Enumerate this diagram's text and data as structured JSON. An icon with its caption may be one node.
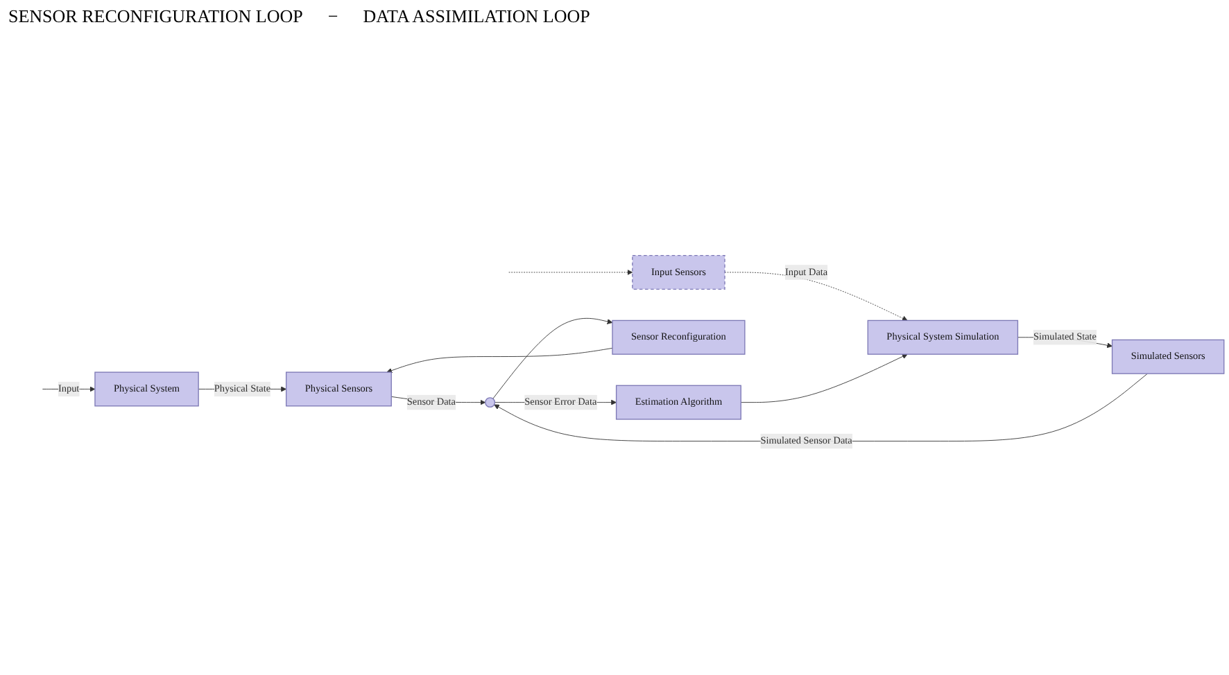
{
  "diagram": {
    "nodes": [
      {
        "text": [
          "Physical System"
        ]
      },
      {
        "text": [
          "Physical Sensors"
        ]
      },
      {
        "text": [
          "Input Sensors"
        ]
      },
      {
        "text": [
          "Sensor Reconfiguration"
        ]
      },
      {
        "text": [
          "Physical System Simulation"
        ]
      },
      {
        "text": [
          "Simulated Sensors"
        ]
      },
      {
        "text": [],
        "shape": "circle"
      },
      {
        "text": [
          "Estimation Algorithm"
        ]
      }
    ],
    "edges": [
      {
        "from": null,
        "to": 0,
        "arrow": "to",
        "label": "Input"
      },
      {
        "from": null,
        "to": 2,
        "arrow": "to",
        "style": "dashed"
      },
      {
        "from": 0,
        "to": 1,
        "arrow": "to",
        "label": "Physical State"
      },
      {
        "from": 2,
        "to": 4,
        "arrow": "to",
        "label": "Input Data",
        "style": "dashed"
      },
      {
        "from": 4,
        "to": 5,
        "arrow": "to",
        "label": "Simulated State"
      },
      {
        "from": 5,
        "to": 6,
        "arrow": "to",
        "label": "Simulated Sensor Data"
      },
      {
        "from": 1,
        "to": 6,
        "arrow": "to",
        "label": "Sensor Data"
      },
      {
        "from": 6,
        "to": 3,
        "arrow": "to"
      },
      {
        "from": 3,
        "to": 1,
        "arrow": "to"
      },
      {
        "from": 6,
        "to": 7,
        "arrow": "to",
        "label": "Sensor Error Data"
      },
      {
        "from": 7,
        "to": 4,
        "arrow": "to"
      }
    ],
    "labels": [
      "SENSOR RECONFIGURATION LOOP",
      "−",
      "DATA ASSIMILATION LOOP"
    ]
  }
}
